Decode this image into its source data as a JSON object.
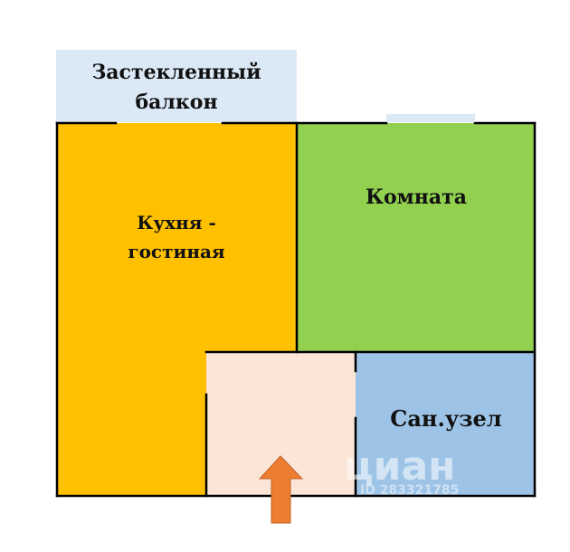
{
  "plan": {
    "balcony": {
      "label": "Застекленный балкон",
      "color": "#dbe9f6"
    },
    "kitchen": {
      "label": "Кухня - гостиная",
      "color": "#ffc000"
    },
    "room": {
      "label": "Комната",
      "color": "#92d050"
    },
    "hall": {
      "color": "#fbe5d6"
    },
    "bathroom": {
      "label": "Сан.узел",
      "color": "#9dc3e6"
    },
    "entrance_arrow": {
      "color": "#ed7d31",
      "icon": "arrow-up-icon"
    },
    "wall_color": "#000000",
    "watermark": {
      "brand": "циан",
      "id": "ID 283321785"
    }
  }
}
